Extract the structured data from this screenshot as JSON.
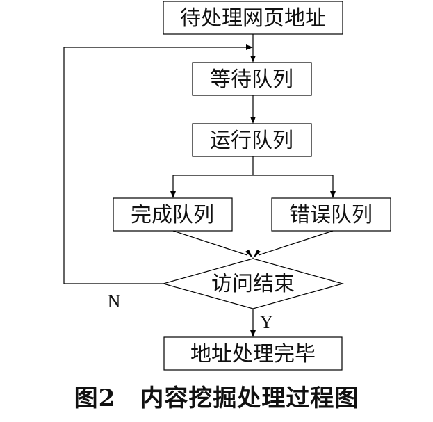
{
  "diagram": {
    "nodes": {
      "start": "待处理网页地址",
      "wait_queue": "等待队列",
      "run_queue": "运行队列",
      "done_queue": "完成队列",
      "error_queue": "错误队列",
      "decision": "访问结束",
      "end": "地址处理完毕"
    },
    "edge_labels": {
      "no": "N",
      "yes": "Y"
    },
    "edges": [
      {
        "from": "start",
        "to": "wait_queue"
      },
      {
        "from": "wait_queue",
        "to": "run_queue"
      },
      {
        "from": "run_queue",
        "to": "done_queue"
      },
      {
        "from": "run_queue",
        "to": "error_queue"
      },
      {
        "from": "done_queue",
        "to": "decision"
      },
      {
        "from": "error_queue",
        "to": "decision"
      },
      {
        "from": "decision",
        "to": "wait_queue",
        "label": "N"
      },
      {
        "from": "decision",
        "to": "end",
        "label": "Y"
      }
    ]
  },
  "caption": "图2　内容挖掘处理过程图"
}
